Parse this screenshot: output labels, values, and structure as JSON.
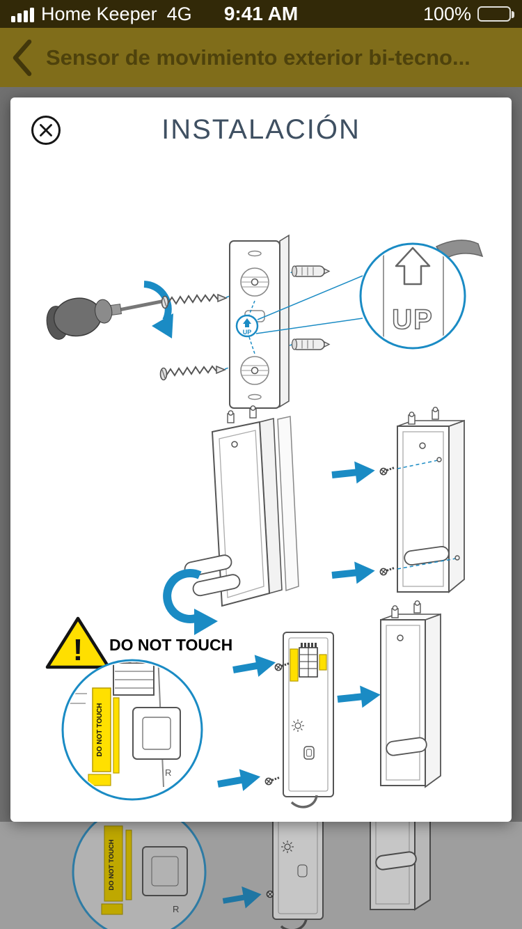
{
  "status_bar": {
    "carrier": "Home Keeper",
    "network": "4G",
    "time": "9:41 AM",
    "battery": "100%"
  },
  "nav": {
    "title": "Sensor de movimiento exterior bi-tecno..."
  },
  "modal": {
    "title": "INSTALACIÓN"
  },
  "diagram": {
    "up_large": "UP",
    "up_small": "UP",
    "do_not_touch_heading": "DO NOT TOUCH",
    "do_not_touch_tab": "DO NOT TOUCH",
    "warning_exclamation": "!",
    "r_label": "R"
  },
  "colors": {
    "accent_blue": "#1a8bc4",
    "warning_yellow": "#ffdf00",
    "nav_gold": "#806d1a",
    "status_bar_bg": "#322908",
    "modal_title": "#3f5062"
  }
}
